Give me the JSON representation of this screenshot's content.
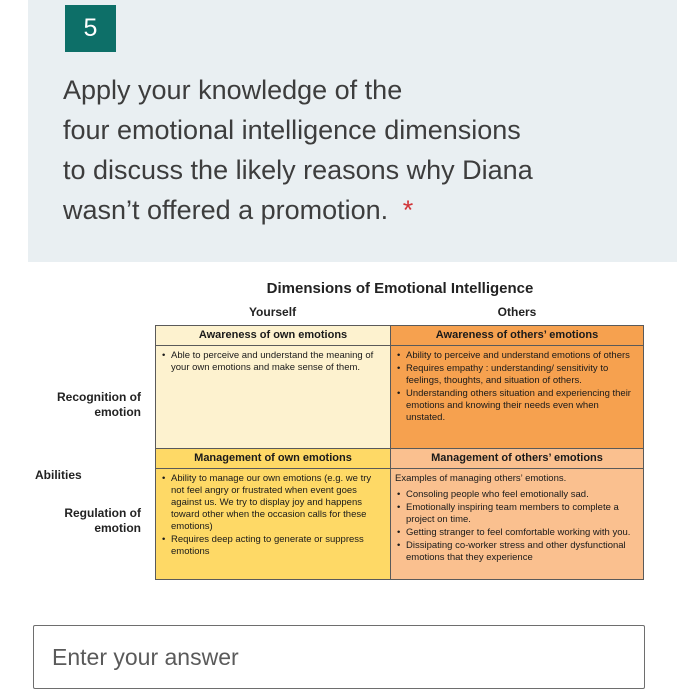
{
  "colors": {
    "panel_bg": "#e9eff2",
    "number_badge_bg": "#0d6f68",
    "required_red": "#d13438",
    "quadrant_awareness_own": "#fdf2cf",
    "quadrant_awareness_others": "#f6a14f",
    "quadrant_management_own": "#fed966",
    "quadrant_management_others": "#fac08f"
  },
  "question": {
    "number": "5",
    "lines": [
      "Apply your knowledge of the",
      "four emotional intelligence dimensions",
      "to discuss the likely reasons why Diana",
      "wasn’t offered a promotion."
    ],
    "required_marker": "*"
  },
  "figure": {
    "title": "Dimensions of Emotional Intelligence",
    "column_headers": [
      "Yourself",
      "Others"
    ],
    "axis_label": "Abilities",
    "row_labels": [
      "Recognition of emotion",
      "Regulation of emotion"
    ],
    "quadrants": {
      "awareness_own": {
        "header": "Awareness of own emotions",
        "bullets": [
          "Able to perceive and understand the meaning of your own emotions and make sense of them."
        ]
      },
      "awareness_others": {
        "header": "Awareness of others’ emotions",
        "bullets": [
          "Ability to perceive and understand emotions of others",
          "Requires empathy : understanding/ sensitivity to feelings, thoughts, and situation of others.",
          "Understanding others situation and experiencing their emotions and knowing their needs even when unstated."
        ]
      },
      "management_own": {
        "header": "Management of own emotions",
        "bullets": [
          "Ability to manage our own emotions (e.g. we try not feel angry or frustrated when event goes against us. We try to display joy and happens toward other when the occasion calls for these emotions)",
          "Requires deep acting to generate or suppress emotions"
        ]
      },
      "management_others": {
        "header": "Management of others’ emotions",
        "intro": "Examples of managing others’ emotions.",
        "bullets": [
          "Consoling people who feel emotionally sad.",
          "Emotionally inspiring team members to complete a project on time.",
          "Getting stranger to feel comfortable working with you.",
          "Dissipating co-worker stress and other dysfunctional emotions that they experience"
        ]
      }
    }
  },
  "answer": {
    "placeholder": "Enter your answer"
  }
}
